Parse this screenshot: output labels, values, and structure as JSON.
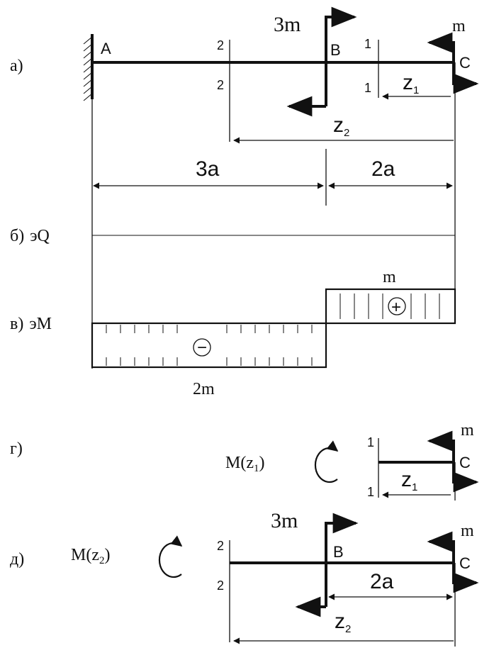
{
  "rows": {
    "a": "а)",
    "b": "б)",
    "v": "в)",
    "g": "г)",
    "d": "д)"
  },
  "labels": {
    "A": "A",
    "B": "B",
    "C": "C",
    "m": "m",
    "three_m": "3m",
    "two_m": "2m",
    "three_a": "3a",
    "two_a": "2a",
    "z": "z",
    "sub1": "1",
    "sub2": "2",
    "sec1": "1",
    "sec2": "2",
    "eQ": "эQ",
    "eM": "эM",
    "minus": "−",
    "plus": "+",
    "M_z1_pre": "M(z",
    "M_close": ")"
  }
}
